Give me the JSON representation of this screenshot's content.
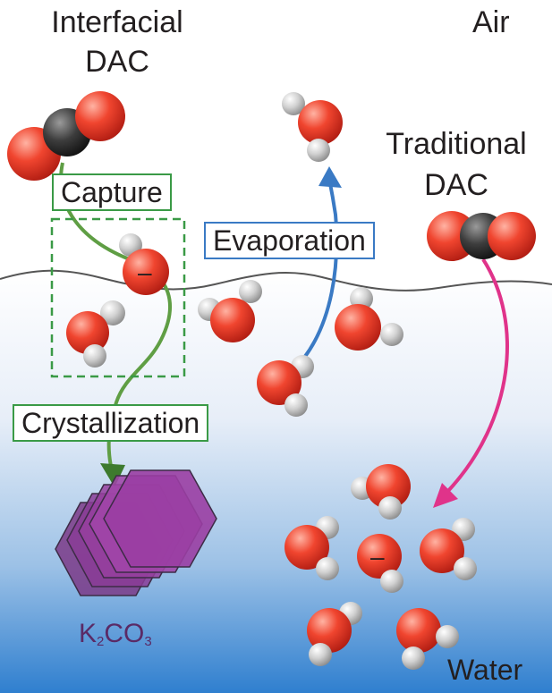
{
  "labels": {
    "interfacial_line1": "Interfacial",
    "interfacial_line2": "DAC",
    "air": "Air",
    "traditional_line1": "Traditional",
    "traditional_line2": "DAC",
    "capture": "Capture",
    "evaporation": "Evaporation",
    "crystallization": "Crystallization",
    "product_k": "K",
    "product_sub": "2",
    "product_rest": "CO",
    "product_sub2": "3",
    "water": "Water",
    "anion_sign_1": "–",
    "anion_sign_2": "–"
  },
  "colors": {
    "oxygen": "#e8382c",
    "hydrogen": "#c9c9c9",
    "carbon": "#3a3a3a",
    "capture_path": "#6aa84f",
    "capture_box": "#3a9a46",
    "evaporation_arrow": "#3a7ac4",
    "traditional_arrow": "#e0338a",
    "crystal": "#8a3a94",
    "water_top": "#ffffff",
    "water_bottom": "#2f7fcf",
    "interface_line": "#555555"
  }
}
